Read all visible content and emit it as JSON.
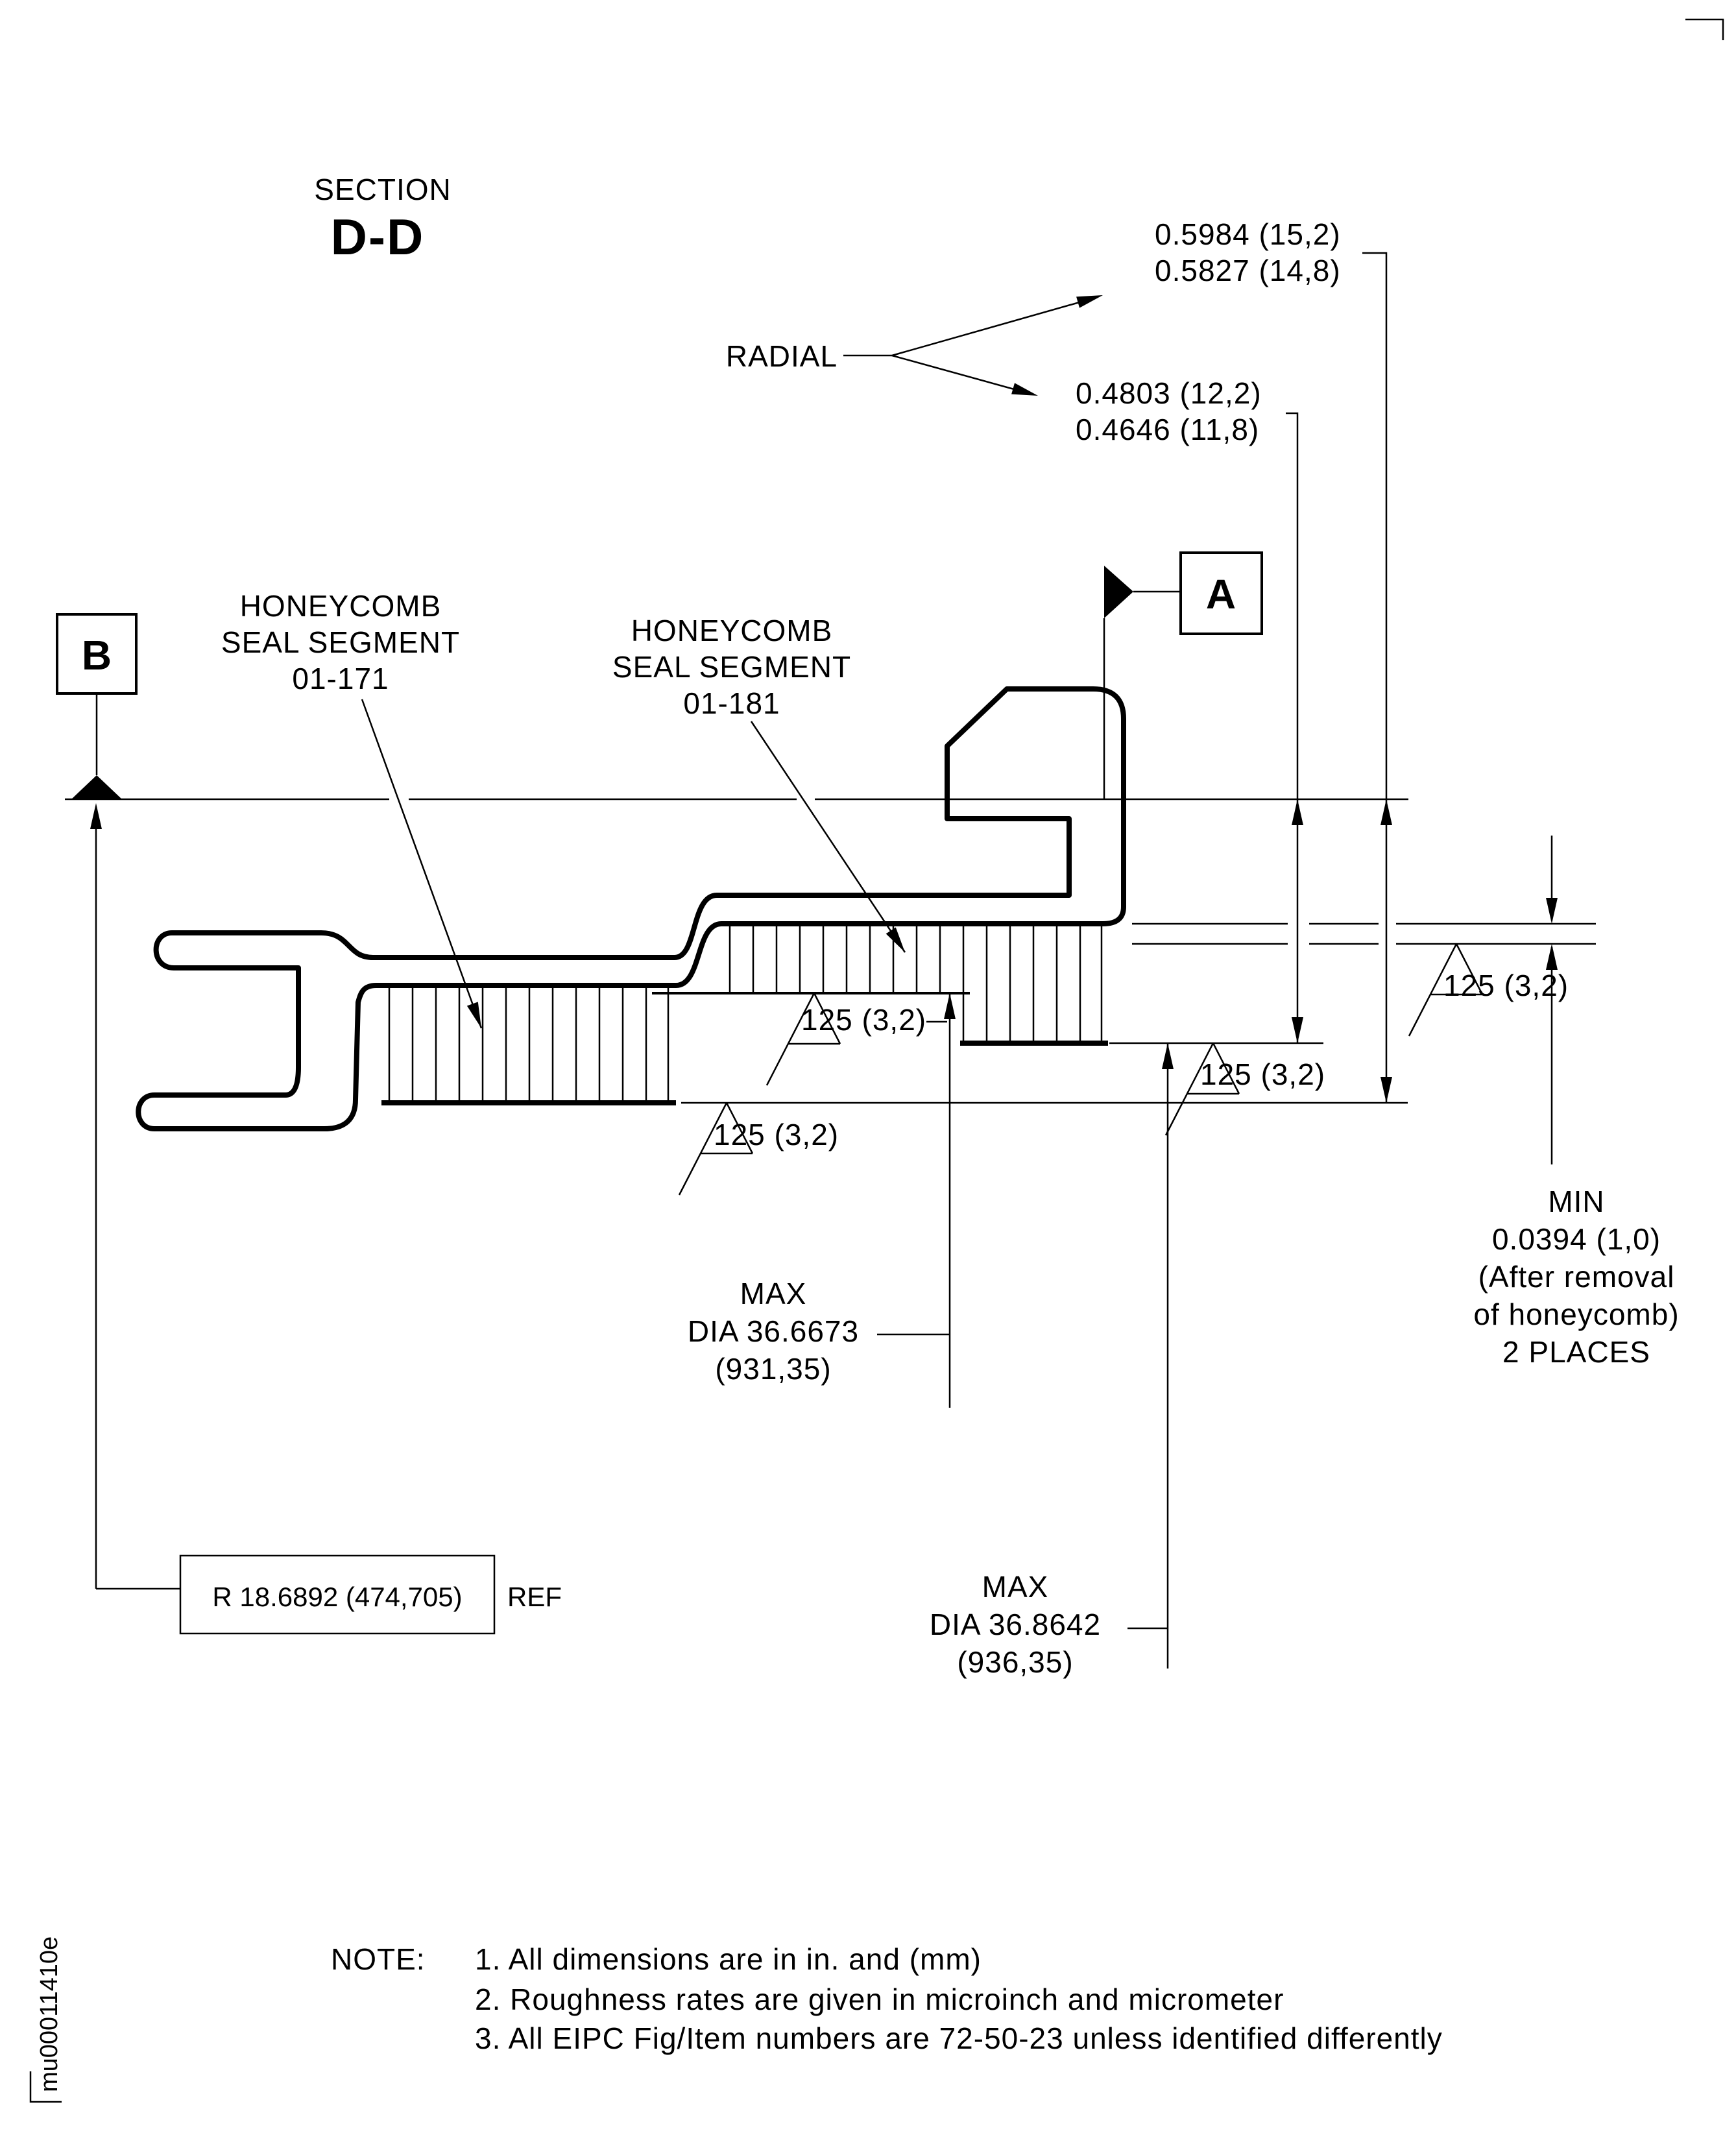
{
  "title": {
    "section_label": "SECTION",
    "section_id": "D-D"
  },
  "radial": {
    "label": "RADIAL",
    "upper": [
      "0.5984 (15,2)",
      "0.5827 (14,8)"
    ],
    "lower": [
      "0.4803 (12,2)",
      "0.4646 (11,8)"
    ]
  },
  "datums": {
    "a": "A",
    "b": "B"
  },
  "labels": {
    "seg1": [
      "HONEYCOMB",
      "SEAL SEGMENT",
      "01-171"
    ],
    "seg2": [
      "HONEYCOMB",
      "SEAL SEGMENT",
      "01-181"
    ]
  },
  "roughness": {
    "a": "125 (3,2)",
    "b": "125 (3,2)",
    "c": "125 (3,2)",
    "d": "125 (3,2)"
  },
  "dims": {
    "max_dia_1": [
      "MAX",
      "DIA 36.6673",
      "(931,35)"
    ],
    "max_dia_2": [
      "MAX",
      "DIA 36.8642",
      "(936,35)"
    ],
    "min_block": [
      "MIN",
      "0.0394 (1,0)",
      "(After removal",
      "of honeycomb)",
      "2 PLACES"
    ],
    "radius_ref": {
      "boxed": "R 18.6892 (474,705)",
      "suffix": "REF"
    }
  },
  "notes": {
    "heading": "NOTE:",
    "items": [
      "1. All dimensions are in in. and (mm)",
      "2. Roughness rates are given in microinch and micrometer",
      "3. All EIPC Fig/Item numbers are 72-50-23 unless identified differently"
    ]
  },
  "watermark": "mu00011410e",
  "colors": {
    "ink": "#000000",
    "paper": "#ffffff"
  }
}
